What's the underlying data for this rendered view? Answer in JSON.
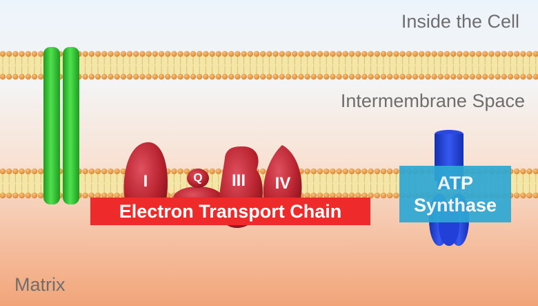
{
  "regions": {
    "top": "Inside the Cell",
    "middle": "Intermembrane Space",
    "bottom": "Matrix"
  },
  "complexes": {
    "c1": "I",
    "q": "Q",
    "c3": "III",
    "c4": "IV"
  },
  "etc_label": "Electron Transport Chain",
  "atp_label": {
    "line1": "ATP",
    "line2": "Synthase"
  },
  "colors": {
    "membrane_head": "#e0922e",
    "membrane_tail": "#f3e6a6",
    "channel_green": "#2fc62f",
    "complex_red": "#b8232f",
    "etc_box": "#ee2a2a",
    "atp_synthase_blue": "#1f3fd6",
    "atp_box": "#2ea8d4"
  }
}
